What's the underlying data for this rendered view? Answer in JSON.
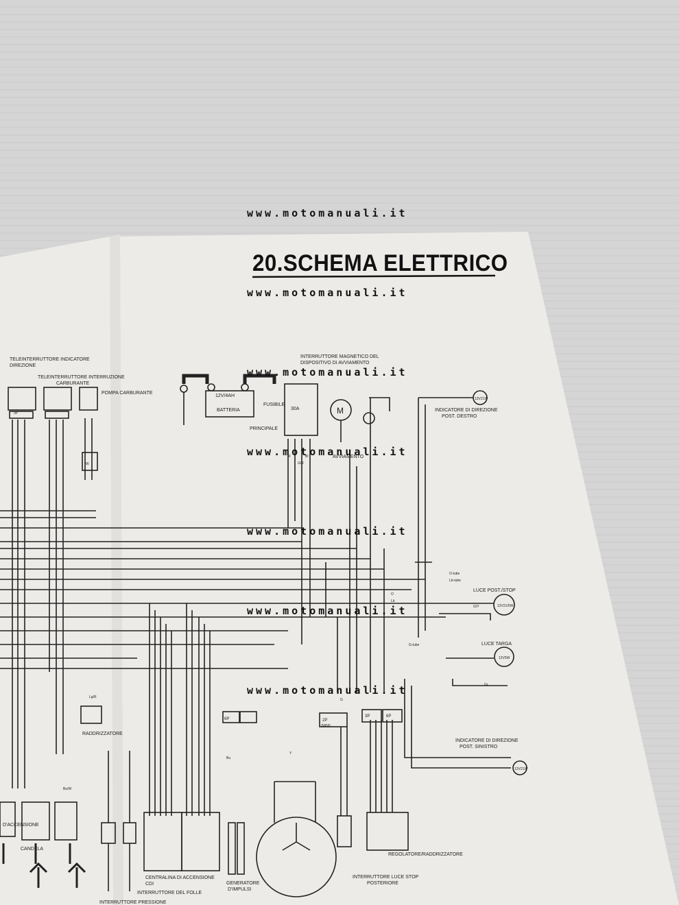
{
  "document": {
    "title": "20.SCHEMA ELETTRICO",
    "watermark": "www.motomanuali.it"
  },
  "labels": {
    "teleint_indicatore": "TELEINTERRUTTORE INDICATORE",
    "direzione": "DIREZIONE",
    "teleint_interruzione": "TELEINTERRUTTORE INTERRUZIONE",
    "carburante": "CARBURANTE",
    "pompa_carburante": "POMPA CARBURANTE",
    "interruttore_magnetico": "INTERRUTTORE MAGNETICO DEL",
    "dispositivo_avviamento": "DISPOSITIVO DI AVVIAMENTO",
    "batteria": "BATTERIA",
    "batteria_rating": "12V/4AH",
    "fusibile": "FUSIBILE",
    "fusibile_rating": "30A",
    "principale": "PRINCIPALE",
    "motor_symbol": "M",
    "avviamento": "AVVIAMENTO",
    "ind_dir_destro_1": "INDICATORE DI DIREZIONE",
    "ind_dir_destro_2": "POST. DESTRO",
    "bulb_rating": "12V21W",
    "luce_post_stop": "LUCE POST./STOP",
    "luce_post_stop_rating": "12V21/5W",
    "luce_targa": "LUCE TARGA",
    "luce_targa_rating": "12V5W",
    "ind_dir_sinistro_1": "INDICATORE DI DIREZIONE",
    "ind_dir_sinistro_2": "POST. SINISTRO",
    "raddrizzatore": "RADDRIZZATORE",
    "d_accensione": "D'ACCENSIONE",
    "candela": "CANDELA",
    "centralina_1": "CENTRALINA DI ACCENSIONE",
    "centralina_2": "CDI",
    "interruttore_folle": "INTERRUTTORE DEL FOLLE",
    "generatore_1": "GENERATORE",
    "generatore_2": "D'IMPULSI",
    "interruttore_pressione": "INTERRUTTORE PRESSIONE",
    "regolatore": "REGOLATORE/RADDRIZZATORE",
    "luce_stop_1": "INTERRUTTORE LUCE STOP",
    "luce_stop_2": "POSTERIORE",
    "o_tube": "O-tube",
    "lb_tube": "Lb-tube",
    "g_tube": "G-tube",
    "conn_3p": "3P",
    "conn_6p": "6P",
    "conn_2p": "2P",
    "mini": "(MINI)",
    "w_code": "W",
    "wire_g": "G",
    "wire_y": "Y",
    "wire_bu": "Bu",
    "wire_bi": "Bl",
    "wire_gy": "G/Y",
    "wire_lgr": "Lg/R",
    "wire_buw": "Bu/W",
    "wire_gr": "G/R",
    "wire_o": "O",
    "wire_lb": "Lb",
    "wire_r": "R",
    "wire_gr2": "Gr"
  }
}
